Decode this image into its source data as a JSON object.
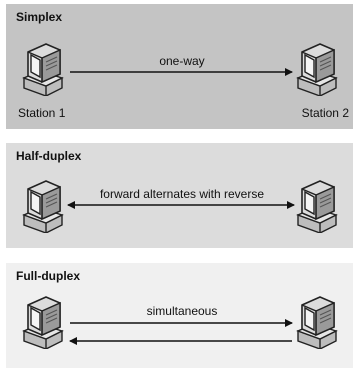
{
  "panels": [
    {
      "title": "Simplex",
      "arrow_label": "one-way",
      "station_left_label": "Station 1",
      "station_right_label": "Station 2"
    },
    {
      "title": "Half-duplex",
      "arrow_label": "forward alternates with reverse"
    },
    {
      "title": "Full-duplex",
      "arrow_label": "simultaneous"
    }
  ]
}
